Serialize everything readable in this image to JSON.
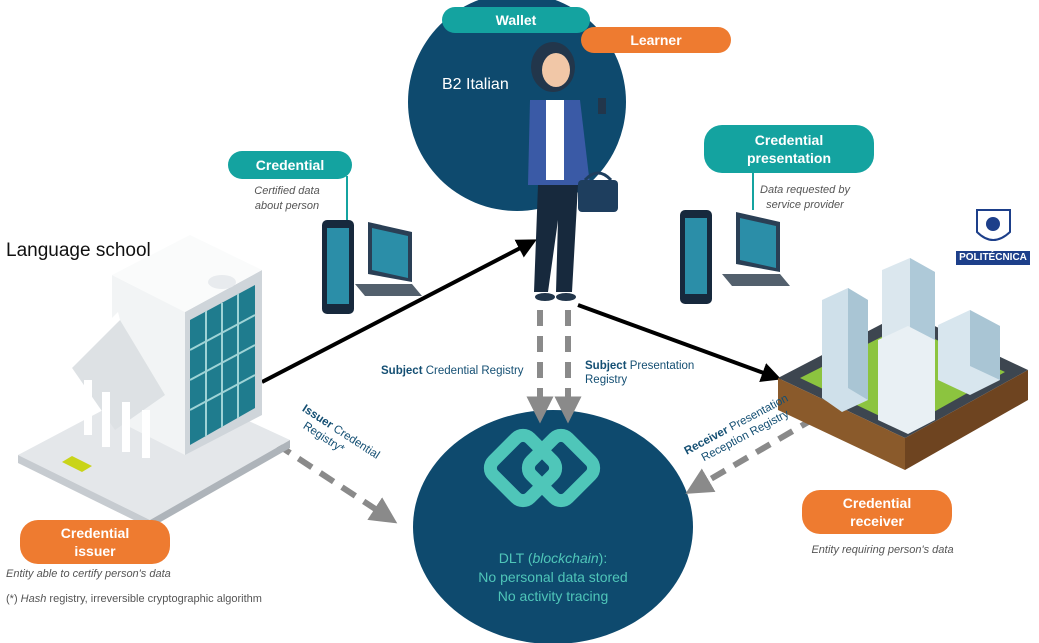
{
  "wallet": {
    "label": "Wallet",
    "role_label": "Learner",
    "credential_text": "B2 Italian"
  },
  "issuer": {
    "title": "Language school",
    "badge_line1": "Credential",
    "badge_line2": "issuer",
    "description": "Entity able to certify person's data"
  },
  "credential": {
    "badge": "Credential",
    "note_line1": "Certified data",
    "note_line2": "about person"
  },
  "presentation": {
    "badge_line1": "Credential",
    "badge_line2": "presentation",
    "note_line1": "Data requested by",
    "note_line2": "service provider"
  },
  "receiver": {
    "logo_text": "POLITÉCNICA",
    "badge_line1": "Credential",
    "badge_line2": "receiver",
    "description": "Entity requiring person's data"
  },
  "registries": {
    "subject_credential_bold": "Subject",
    "subject_credential_rest": "Credential Registry",
    "subject_presentation_bold": "Subject",
    "subject_presentation_rest": "Presentation",
    "subject_presentation_line2": "Registry",
    "issuer_bold": "Issuer",
    "issuer_rest": "Credential",
    "issuer_line2": "Registry*",
    "receiver_bold": "Receiver",
    "receiver_rest": "Presentation",
    "receiver_line2": "Reception Registry"
  },
  "dlt": {
    "line1_prefix": "DLT (",
    "line1_em": "blockchain",
    "line1_suffix": "):",
    "line2": "No personal data stored",
    "line3": "No activity tracing"
  },
  "footnote": {
    "prefix": "(*)",
    "em": "Hash",
    "rest": "registry, irreversible cryptographic algorithm"
  },
  "colors": {
    "teal": "#14a3a0",
    "orange": "#ee7b30",
    "navy": "#0e4a6e",
    "dlt_green": "#4fc6b9"
  }
}
